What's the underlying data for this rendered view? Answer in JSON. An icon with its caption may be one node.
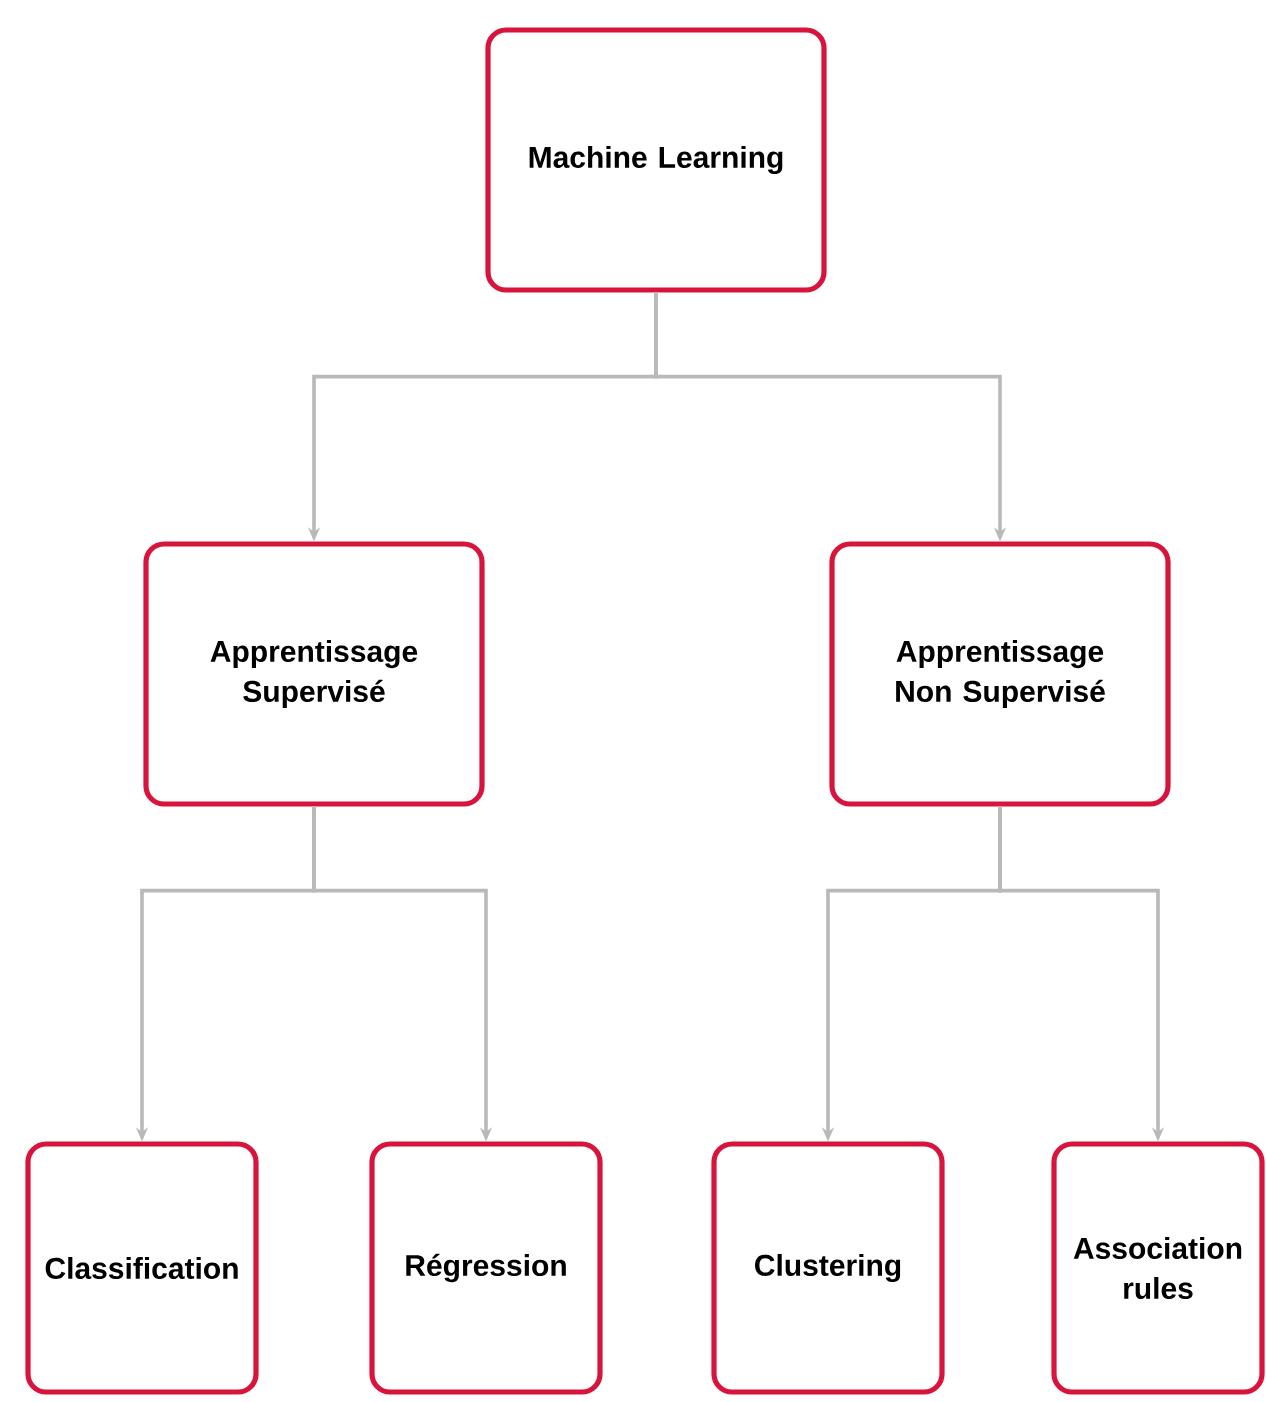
{
  "diagram": {
    "nodes": [
      {
        "text": [
          "Machine Learning"
        ]
      },
      {
        "text": [
          "Apprentissage Supervisé"
        ]
      },
      {
        "text": [
          "Apprentissage Non Supervisé"
        ]
      },
      {
        "text": [
          "Classification"
        ]
      },
      {
        "text": [
          "Régression"
        ]
      },
      {
        "text": [
          "Clustering"
        ]
      },
      {
        "text": [
          "Association rules"
        ]
      }
    ],
    "edges": [
      {
        "from": 0,
        "to": 1,
        "arrow": "to"
      },
      {
        "from": 0,
        "to": 2,
        "arrow": "to"
      },
      {
        "from": 1,
        "to": 3,
        "arrow": "to"
      },
      {
        "from": 1,
        "to": 4,
        "arrow": "to"
      },
      {
        "from": 2,
        "to": 5,
        "arrow": "to"
      },
      {
        "from": 2,
        "to": 6,
        "arrow": "to"
      }
    ]
  }
}
